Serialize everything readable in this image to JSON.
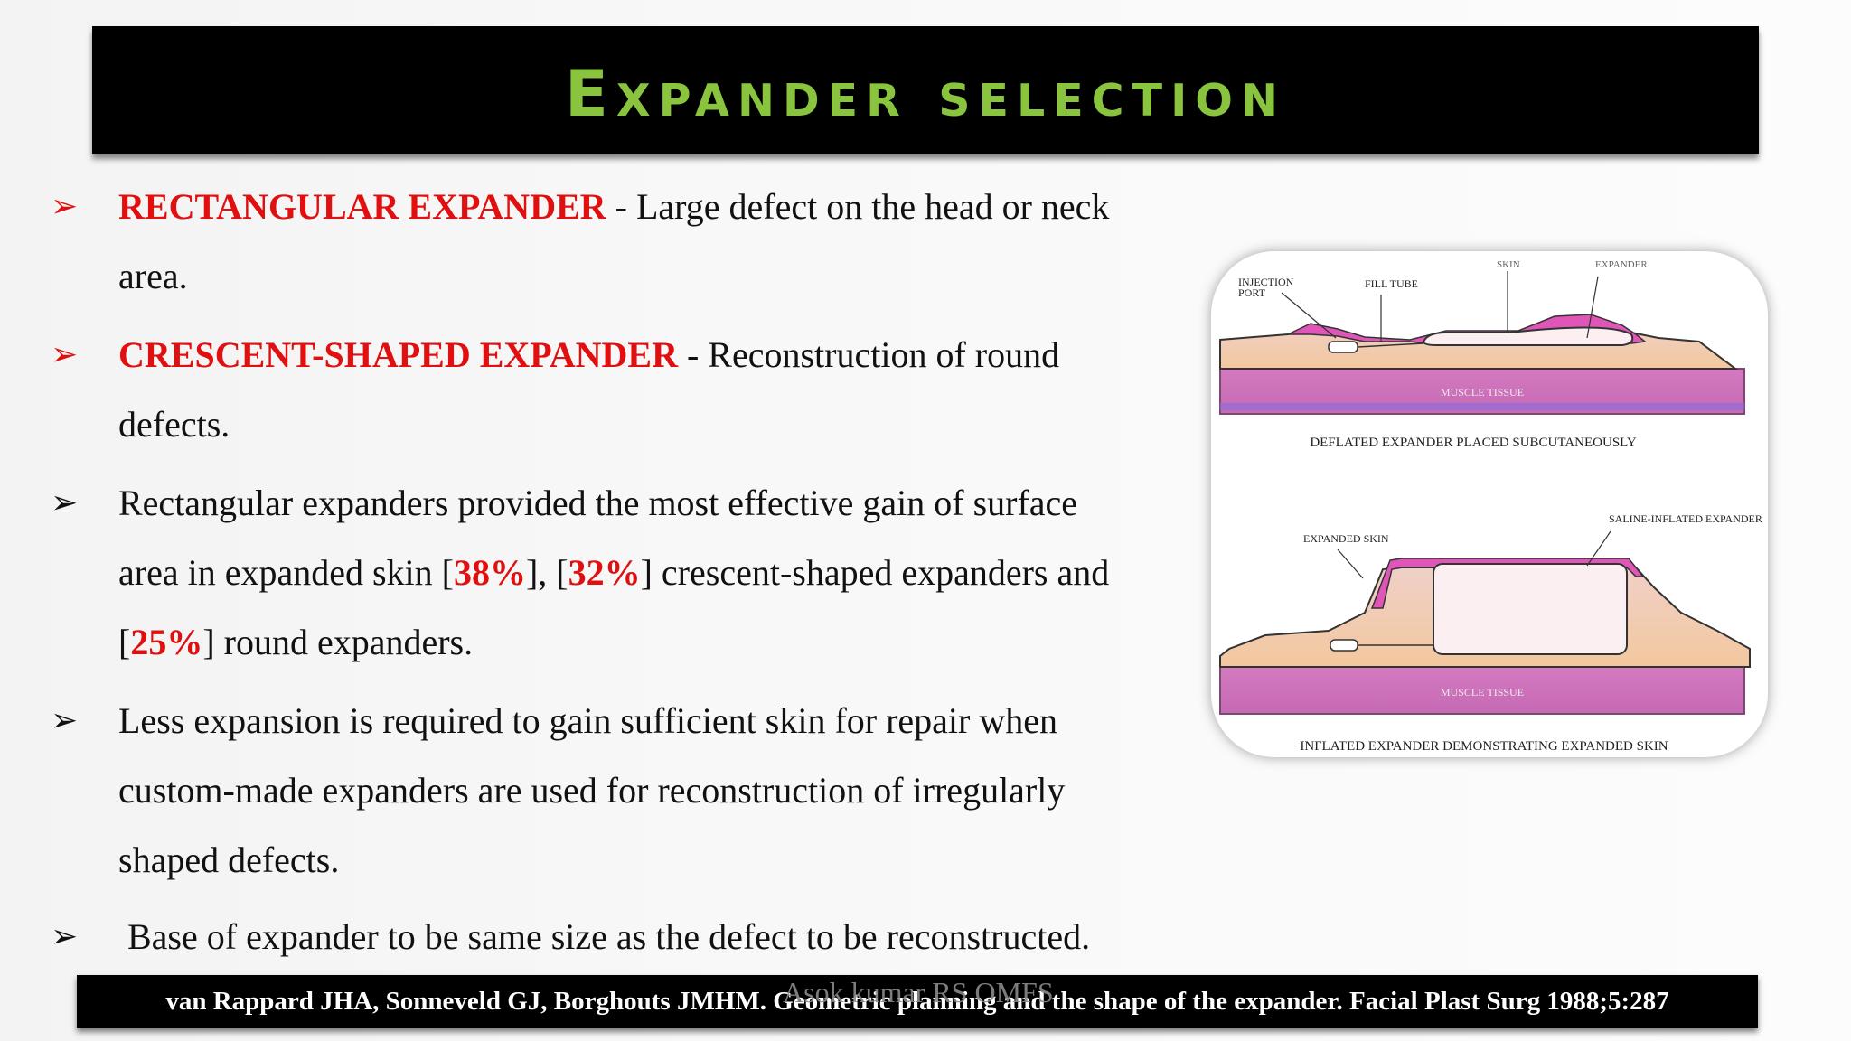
{
  "title": "Expander selection",
  "bullets": [
    {
      "arrow": "➢",
      "lines": [
        {
          "segments": [
            {
              "text": "RECTANGULAR EXPANDER",
              "style": "red-b"
            },
            {
              "text": " - Large defect on the head or neck"
            }
          ]
        },
        {
          "segments": [
            {
              "text": "area."
            }
          ]
        }
      ]
    },
    {
      "arrow": "➢",
      "lines": [
        {
          "segments": [
            {
              "text": "CRESCENT-SHAPED EXPANDER",
              "style": "red-b"
            },
            {
              "text": " - Reconstruction of round"
            }
          ]
        },
        {
          "segments": [
            {
              "text": "defects."
            }
          ]
        }
      ]
    },
    {
      "arrow": "➢",
      "lines": [
        {
          "segments": [
            {
              "text": "Rectangular expanders provided the most effective gain of surface"
            }
          ]
        },
        {
          "segments": [
            {
              "text": "area in expanded skin ["
            },
            {
              "text": "38%",
              "style": "red-b"
            },
            {
              "text": "], ["
            },
            {
              "text": "32%",
              "style": "red-b"
            },
            {
              "text": "] crescent-shaped expanders and"
            }
          ]
        },
        {
          "segments": [
            {
              "text": "["
            },
            {
              "text": "25%",
              "style": "red-b"
            },
            {
              "text": "] round expanders."
            }
          ]
        }
      ]
    },
    {
      "arrow": "➢",
      "lines": [
        {
          "segments": [
            {
              "text": "Less expansion is required to gain sufficient skin for repair when"
            }
          ]
        },
        {
          "segments": [
            {
              "text": "custom-made expanders are used for reconstruction of irregularly"
            }
          ]
        },
        {
          "segments": [
            {
              "text": "shaped defects."
            }
          ]
        }
      ]
    },
    {
      "arrow": "➢",
      "lines": [
        {
          "segments": [
            {
              "text": " Base of expander to be same size as the defect to be reconstructed."
            }
          ]
        }
      ]
    }
  ],
  "figure": {
    "top_labels": {
      "injection_port_1": "INJECTION",
      "injection_port_2": "PORT",
      "fill_tube": "FILL TUBE",
      "skin": "SKIN",
      "expander": "EXPANDER",
      "muscle": "MUSCLE TISSUE",
      "caption": "DEFLATED EXPANDER PLACED SUBCUTANEOUSLY"
    },
    "bottom_labels": {
      "expanded_skin": "EXPANDED SKIN",
      "saline": "SALINE-INFLATED EXPANDER",
      "muscle": "MUSCLE TISSUE",
      "caption": "INFLATED EXPANDER DEMONSTRATING EXPANDED SKIN"
    }
  },
  "footer": "van Rappard JHA, Sonneveld GJ, Borghouts JMHM. Geometric planning and the shape of the expander. Facial Plast Surg 1988;5:287",
  "watermark": "Asok kumar RS OMFS",
  "colors": {
    "title": "#8ac43f",
    "highlight": "#e01010",
    "skin": "#e055b8",
    "muscle": "#d980c0"
  }
}
